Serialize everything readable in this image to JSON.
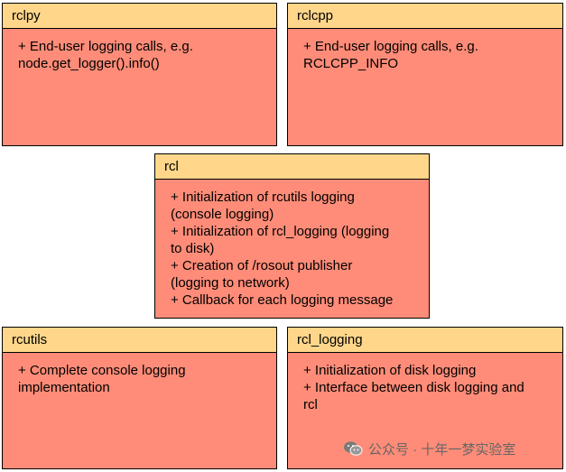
{
  "boxes": {
    "rclpy": {
      "title": "rclpy",
      "lines": [
        "+ End-user logging calls, e.g.",
        "node.get_logger().info()"
      ]
    },
    "rclcpp": {
      "title": "rclcpp",
      "lines": [
        "+ End-user logging calls, e.g.",
        "RCLCPP_INFO"
      ]
    },
    "rcl": {
      "title": "rcl",
      "lines": [
        "+ Initialization of rcutils logging",
        "(console logging)",
        "+ Initialization of rcl_logging (logging",
        "to disk)",
        "+ Creation of /rosout publisher",
        "(logging to network)",
        "+ Callback for each logging message"
      ]
    },
    "rcutils": {
      "title": "rcutils",
      "lines": [
        "+ Complete console logging",
        "implementation"
      ]
    },
    "rcl_logging": {
      "title": "rcl_logging",
      "lines": [
        "+ Initialization of disk logging",
        "+ Interface between disk logging and",
        "rcl"
      ]
    }
  },
  "watermark": {
    "text": "公众号 · 十年一梦实验室",
    "icon": "wechat-icon"
  },
  "colors": {
    "header": "#ffd68a",
    "body": "#ff8c78",
    "border": "#000000"
  }
}
